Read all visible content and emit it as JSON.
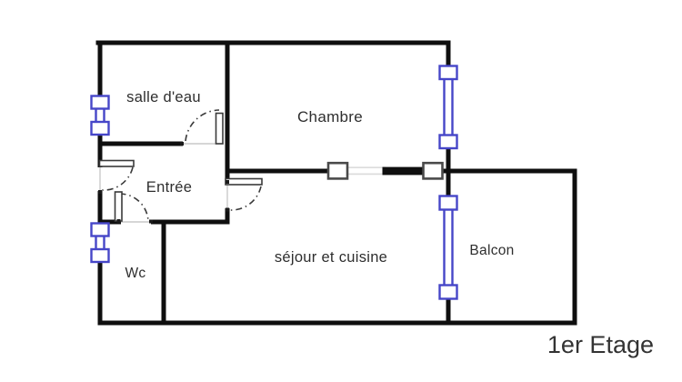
{
  "title": "1er Etage",
  "floorplan": {
    "rooms": [
      {
        "id": "salle-deau",
        "label": "salle d'eau"
      },
      {
        "id": "chambre",
        "label": "Chambre"
      },
      {
        "id": "entree",
        "label": "Entrée"
      },
      {
        "id": "wc",
        "label": "Wc"
      },
      {
        "id": "sejour-cuisine",
        "label": "séjour et cuisine"
      },
      {
        "id": "balcon",
        "label": "Balcon"
      }
    ],
    "symbols": {
      "windows_count": 3,
      "french_window_count": 1,
      "sliding_glazed_door_count": 1,
      "hinged_doors_count": 4
    },
    "colors": {
      "wall": "#0f0f0f",
      "window_blue": "#4646c8",
      "door_gray": "#3a3a3a",
      "opening_gray": "#c9c9c9",
      "glazing_gray": "#dcdcdc",
      "label_text": "#2e2e2e",
      "title_text": "#333333",
      "background": "#ffffff"
    }
  }
}
